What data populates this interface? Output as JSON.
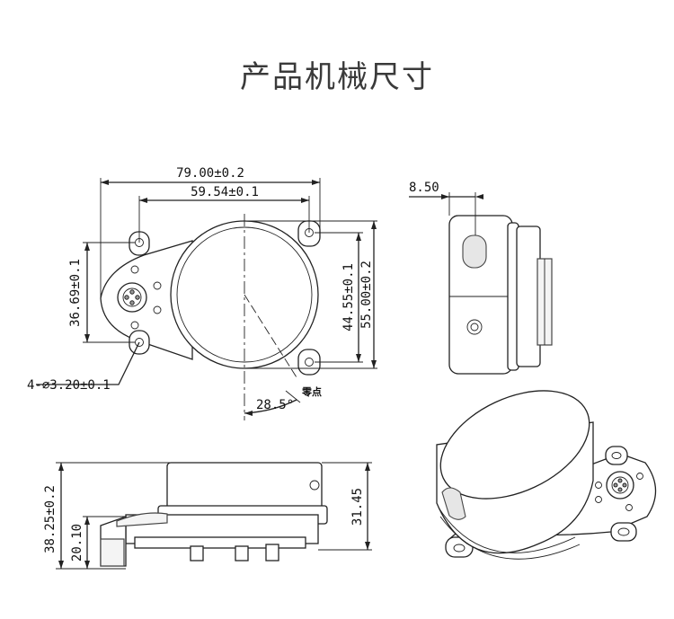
{
  "title": "产品机械尺寸",
  "dimensions": {
    "overall_width": "79.00±0.2",
    "hole_spacing": "59.54±0.1",
    "height_left": "36.69±0.1",
    "inner_height": "44.55±0.1",
    "outer_height": "55.00±0.2",
    "mount_holes": "4-⌀3.20±0.1",
    "angle": "28.5°",
    "zero_point": "零点",
    "side_depth": "8.50",
    "total_height": "38.25±0.2",
    "base_height": "20.10",
    "cap_height": "31.45"
  }
}
